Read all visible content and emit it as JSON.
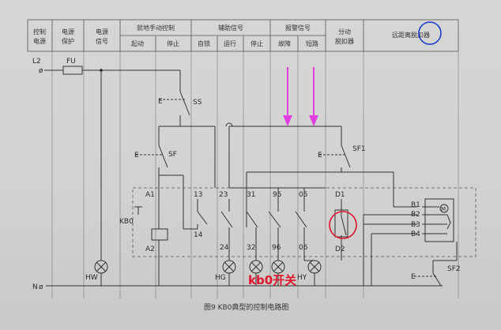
{
  "header": {
    "columns": [
      {
        "top": "控制",
        "bottom": "电源"
      },
      {
        "top": "电源",
        "bottom": "保护"
      },
      {
        "top": "电源",
        "bottom": "信号"
      }
    ],
    "groups": [
      {
        "title": "就地手动控制",
        "subs": [
          "起动",
          "停止"
        ]
      },
      {
        "title": "辅助信号",
        "subs": [
          "自锁",
          "运行",
          "停止"
        ]
      },
      {
        "title": "报警信号",
        "subs": [
          "故障",
          "短路"
        ]
      }
    ],
    "split": {
      "top": "分动",
      "bottom": "脱扣器"
    },
    "remote": "远距离脱扣器"
  },
  "labels": {
    "l2": "L2",
    "l2_sym": "ø",
    "fu": "FU",
    "ss": "SS",
    "sf": "SF",
    "sf1": "SF1",
    "sf2": "SF2",
    "kb0": "KB0",
    "a1": "A1",
    "a2": "A2",
    "t13": "13",
    "t14": "14",
    "t23": "23",
    "t24": "24",
    "t31": "31",
    "t32": "32",
    "t95": "95",
    "t96": "96",
    "t05": "05",
    "t06": "06",
    "d1": "D1",
    "d2": "D2",
    "b1": "B1",
    "b2": "B2",
    "b3": "B3",
    "b4": "B4",
    "m": "M",
    "hw": "HW",
    "hr": "HG",
    "hy": "HY",
    "n": "N",
    "n_sym": "ø"
  },
  "annotation": "kb0开关",
  "caption": "图9    KB0典型的控制电路图",
  "colors": {
    "arrow": "#e040e0",
    "circle": "#e0142b",
    "blue_circle": "#1a3fd0",
    "ann_text": "#e0142b"
  }
}
